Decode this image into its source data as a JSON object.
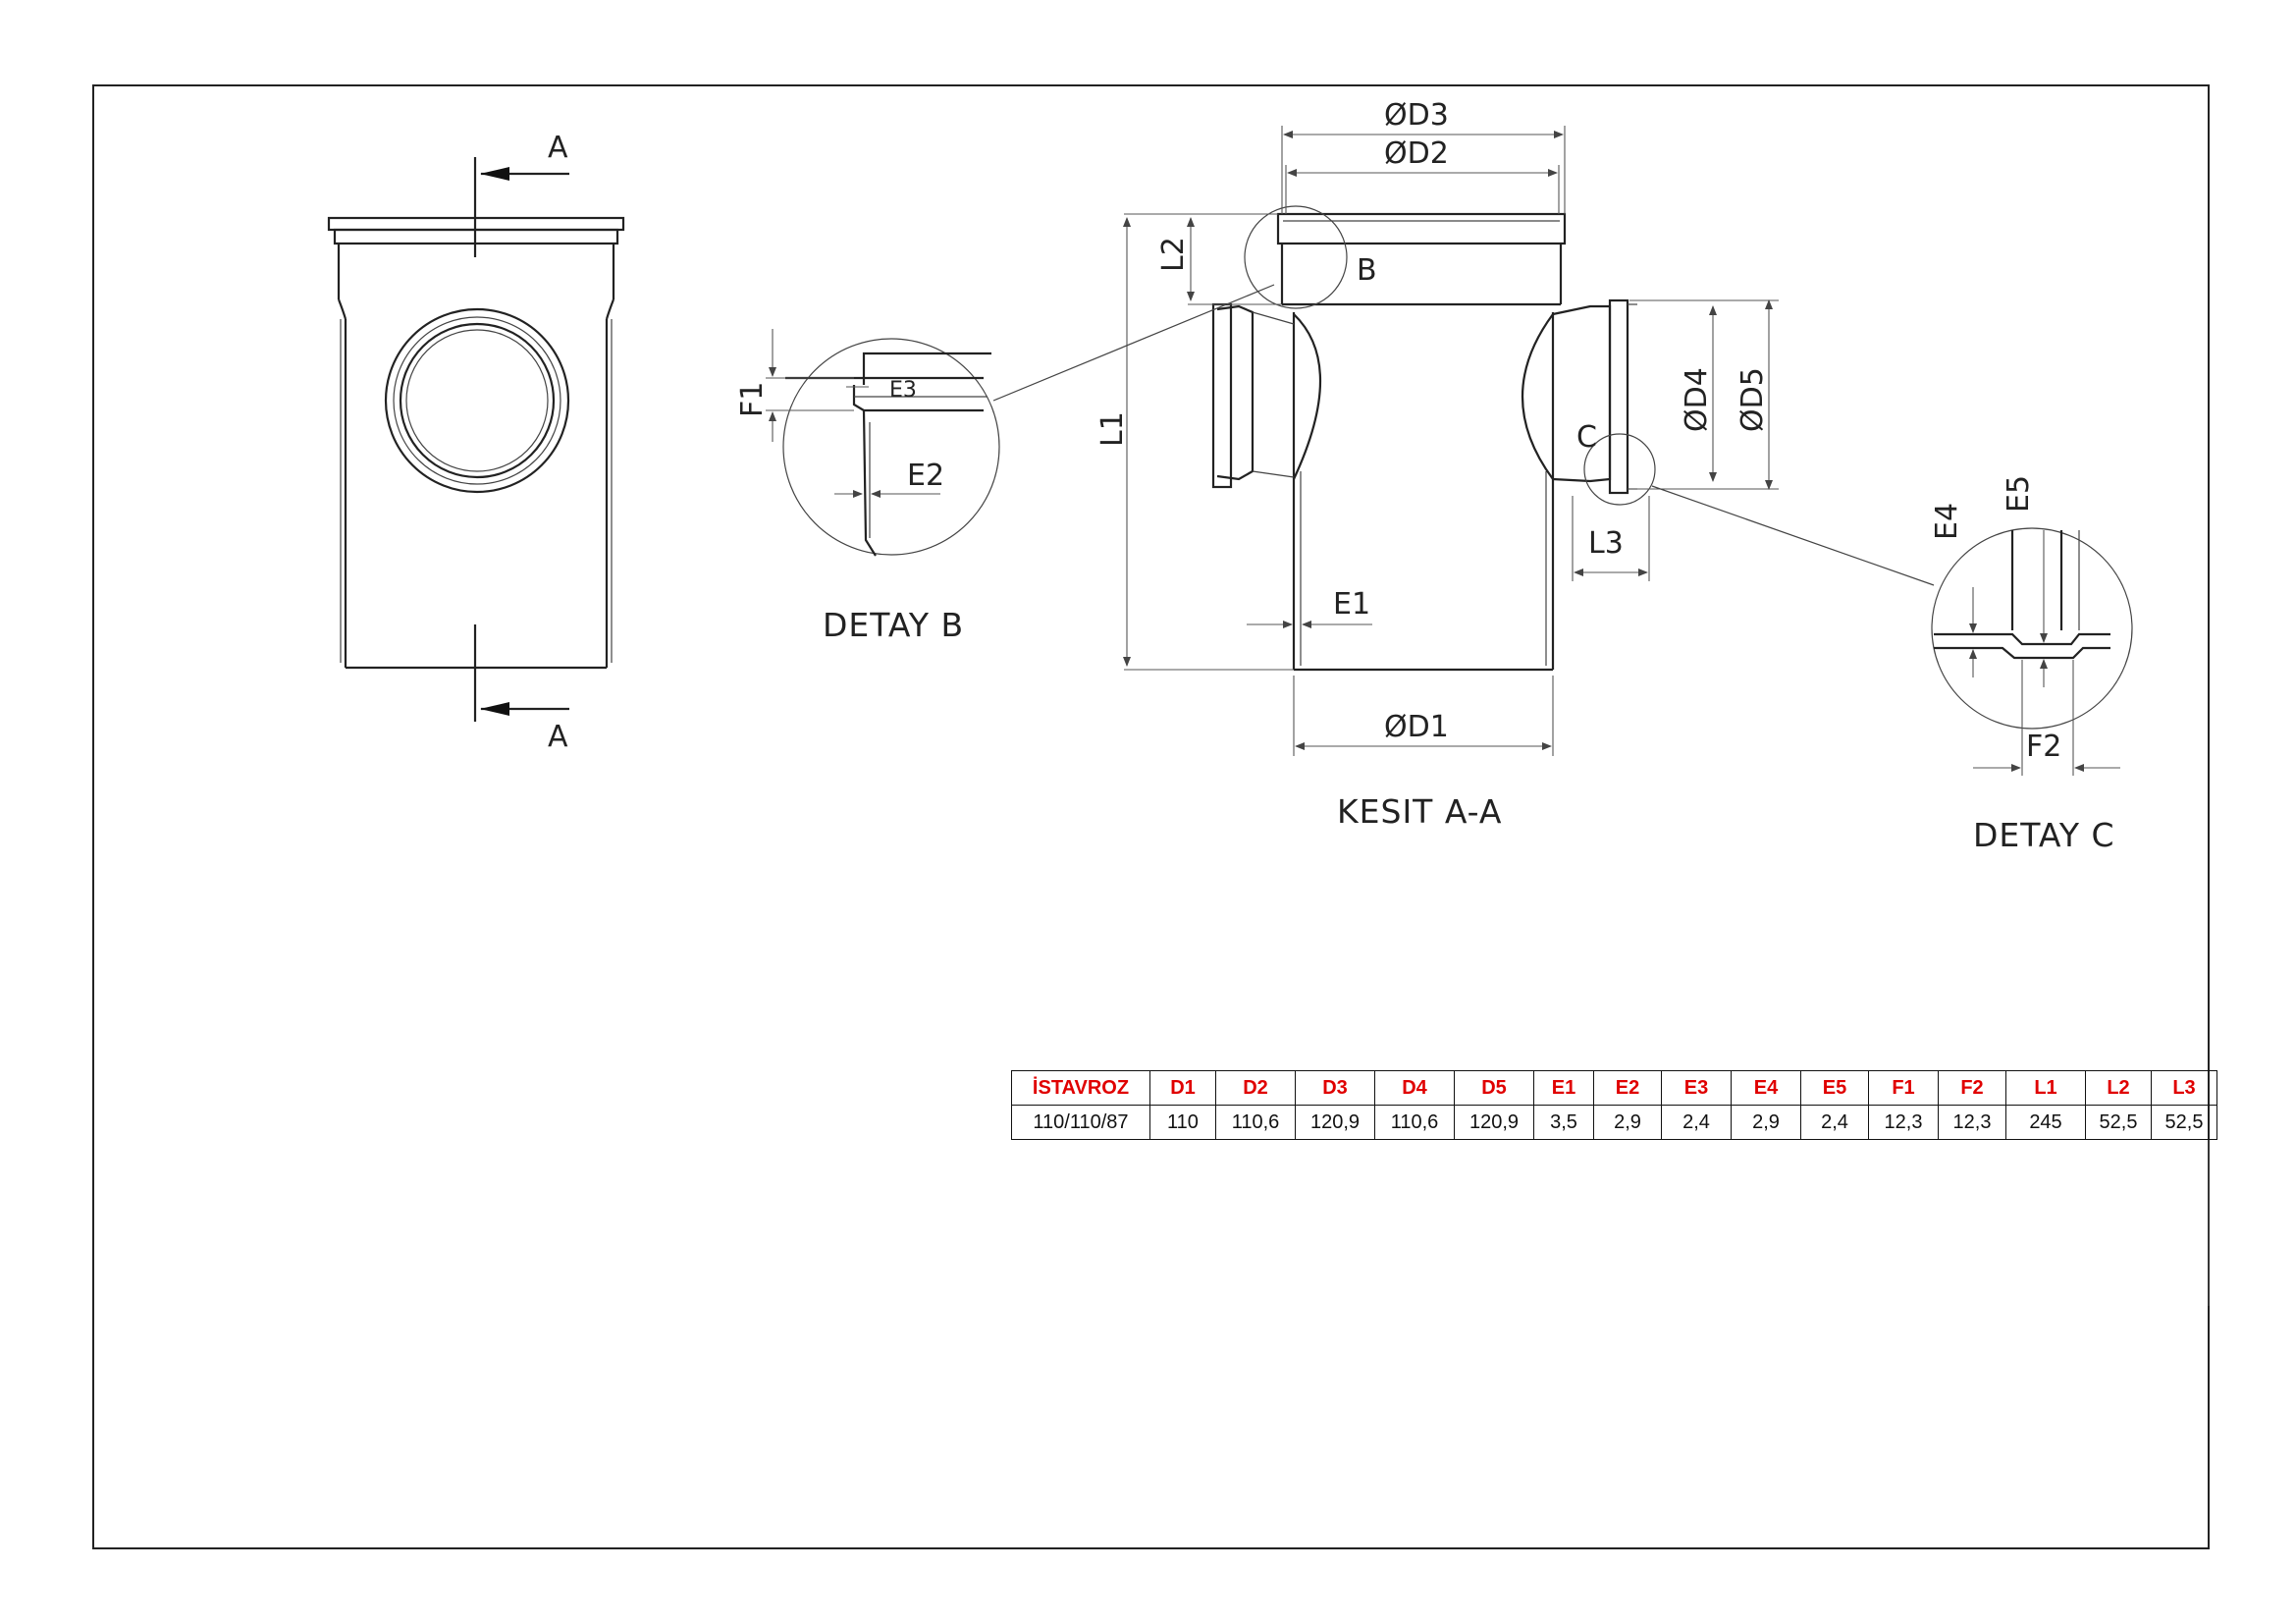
{
  "views": {
    "section_marker": "A",
    "detail_b_marker": "B",
    "detail_c_marker": "C",
    "section_caption": "KESIT A-A",
    "detail_b_caption": "DETAY B",
    "detail_c_caption": "DETAY C"
  },
  "dimensions": {
    "d1": "ØD1",
    "d2": "ØD2",
    "d3": "ØD3",
    "d4": "ØD4",
    "d5": "ØD5",
    "e1": "E1",
    "e2": "E2",
    "e3": "E3",
    "e4": "E4",
    "e5": "E5",
    "f1": "F1",
    "f2": "F2",
    "l1": "L1",
    "l2": "L2",
    "l3": "L3"
  },
  "table": {
    "headers": [
      "İSTAVROZ",
      "D1",
      "D2",
      "D3",
      "D4",
      "D5",
      "E1",
      "E2",
      "E3",
      "E4",
      "E5",
      "F1",
      "F2",
      "L1",
      "L2",
      "L3"
    ],
    "rows": [
      [
        "110/110/87",
        "110",
        "110,6",
        "120,9",
        "110,6",
        "120,9",
        "3,5",
        "2,9",
        "2,4",
        "2,9",
        "2,4",
        "12,3",
        "12,3",
        "245",
        "52,5",
        "52,5"
      ]
    ]
  }
}
